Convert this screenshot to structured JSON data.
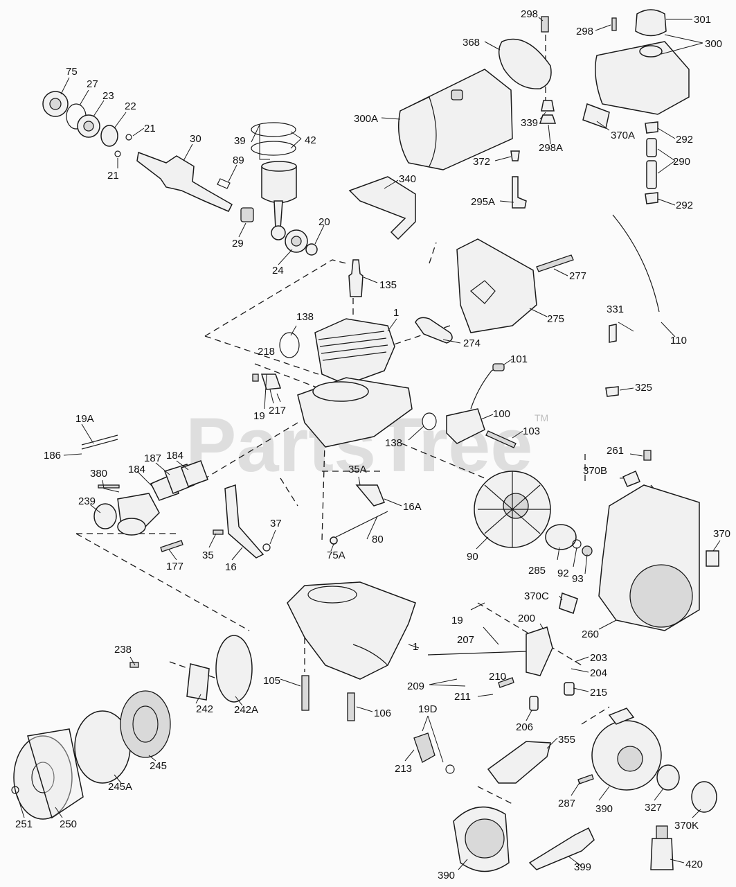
{
  "watermark": {
    "text": "PartsTree",
    "trademark": "TM"
  },
  "callouts": {
    "p1a": "1",
    "p1b": "1",
    "p16": "16",
    "p16A": "16A",
    "p19": "19",
    "p19b": "19",
    "p19A": "19A",
    "p19D": "19D",
    "p20": "20",
    "p21a": "21",
    "p21b": "21",
    "p22": "22",
    "p23": "23",
    "p24": "24",
    "p27": "27",
    "p29": "29",
    "p30": "30",
    "p35": "35",
    "p35A": "35A",
    "p37": "37",
    "p39": "39",
    "p42": "42",
    "p75": "75",
    "p75A": "75A",
    "p80": "80",
    "p89": "89",
    "p90": "90",
    "p92": "92",
    "p93": "93",
    "p100": "100",
    "p101": "101",
    "p103": "103",
    "p105": "105",
    "p106": "106",
    "p110": "110",
    "p135": "135",
    "p138a": "138",
    "p138b": "138",
    "p177": "177",
    "p184a": "184",
    "p184b": "184",
    "p186": "186",
    "p187": "187",
    "p200": "200",
    "p203": "203",
    "p204": "204",
    "p206": "206",
    "p207": "207",
    "p209": "209",
    "p210": "210",
    "p211": "211",
    "p213": "213",
    "p215": "215",
    "p217": "217",
    "p218": "218",
    "p238": "238",
    "p239": "239",
    "p242": "242",
    "p242A": "242A",
    "p245": "245",
    "p245A": "245A",
    "p250": "250",
    "p251": "251",
    "p260": "260",
    "p261": "261",
    "p274": "274",
    "p275": "275",
    "p277": "277",
    "p285": "285",
    "p287": "287",
    "p290": "290",
    "p292a": "292",
    "p292b": "292",
    "p295A": "295A",
    "p298a": "298",
    "p298b": "298",
    "p298A": "298A",
    "p300": "300",
    "p300A": "300A",
    "p301": "301",
    "p325": "325",
    "p327": "327",
    "p331": "331",
    "p339": "339",
    "p340": "340",
    "p355": "355",
    "p368": "368",
    "p370": "370",
    "p370A": "370A",
    "p370B": "370B",
    "p370C": "370C",
    "p370K": "370K",
    "p372": "372",
    "p380": "380",
    "p390a": "390",
    "p390b": "390",
    "p399": "399",
    "p420": "420"
  }
}
